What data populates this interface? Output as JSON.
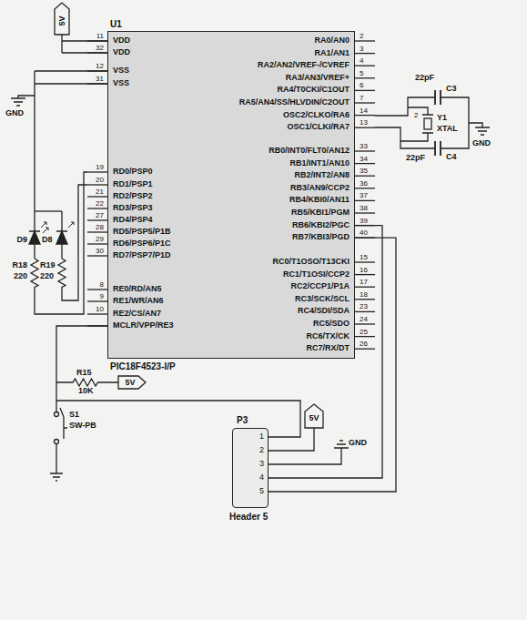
{
  "diagram": {
    "nodes": [
      {
        "text": [
          "U1",
          "PIC18F4523-I/P"
        ]
      },
      {
        "text": [
          "P3",
          "Header 5"
        ]
      }
    ],
    "edges": [
      {
        "from": 0,
        "to": 1,
        "arrow": "none"
      },
      {
        "from": 0,
        "to": 1,
        "arrow": "none"
      },
      {
        "from": 0,
        "to": 1,
        "arrow": "none"
      }
    ],
    "labels": [
      "5V",
      "VDD",
      "11",
      "VDD",
      "32",
      "VSS",
      "12",
      "VSS",
      "31",
      "RD0/PSP0",
      "19",
      "RD1/PSP1",
      "20",
      "RD2/PSP2",
      "21",
      "RD3/PSP3",
      "22",
      "RD4/PSP4",
      "27",
      "RD5/PSP5/P1B",
      "28",
      "RD6/PSP6/P1C",
      "29",
      "RD7/PSP7/P1D",
      "30",
      "RE0/RD/AN5",
      "8",
      "RE1/WR/AN6",
      "9",
      "RE2/CS/AN7",
      "10",
      "MCLR/VPP/RE3",
      "RA0/AN0",
      "2",
      "RA1/AN1",
      "3",
      "RA2/AN2/VREF-/CVREF",
      "4",
      "RA3/AN3/VREF+",
      "5",
      "RA4/T0CKI/C1OUT",
      "6",
      "RA5/AN4/SS/HLVDIN/C2OUT",
      "7",
      "OSC2/CLKO/RA6",
      "14",
      "OSC1/CLKI/RA7",
      "13",
      "RB0/INT0/FLT0/AN12",
      "33",
      "RB1/INT1/AN10",
      "34",
      "RB2/INT2/AN8",
      "35",
      "RB3/AN9/CCP2",
      "36",
      "RB4/KBI0/AN11",
      "37",
      "RB5/KBI1/PGM",
      "38",
      "RB6/KBI2/PGC",
      "39",
      "RB7/KBI3/PGD",
      "40",
      "RC0/T1OSO/T13CKI",
      "15",
      "RC1/T1OSI/CCP2",
      "16",
      "RC2/CCP1/P1A",
      "17",
      "RC3/SCK/SCL",
      "18",
      "RC4/SDI/SDA",
      "23",
      "RC5/SDO",
      "24",
      "RC6/TX/CK",
      "25",
      "RC7/RX/DT",
      "26",
      "GND",
      "D9",
      "D8",
      "R18",
      "220",
      "R19",
      "220",
      "22pF",
      "C3",
      "2",
      "Y1",
      "XTAL",
      "GND",
      "22pF",
      "C4",
      "R15",
      "10K",
      "5V",
      "S1",
      "SW-PB",
      "5V",
      "GND",
      "1",
      "2",
      "3",
      "4",
      "5"
    ]
  }
}
